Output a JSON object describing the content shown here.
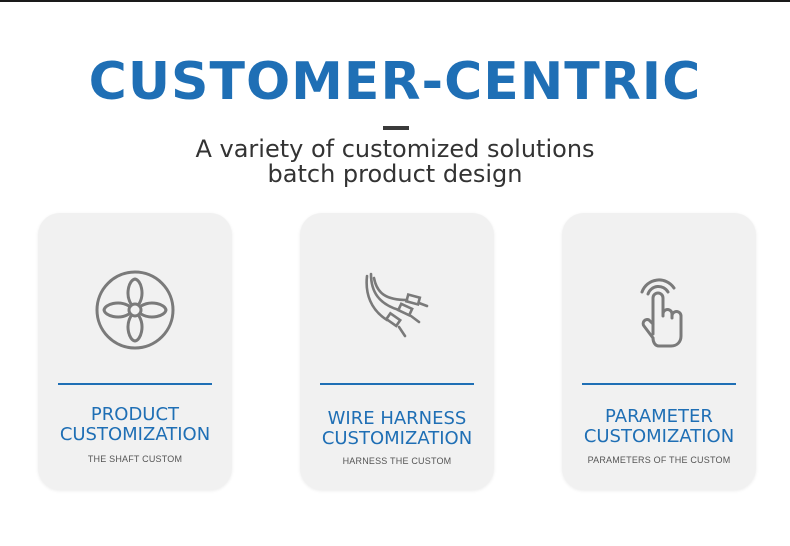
{
  "header": {
    "headline": "CUSTOMER-CENTRIC",
    "subtitle_line1": "A variety of customized solutions",
    "subtitle_line2": "batch product design"
  },
  "cards": [
    {
      "title": "PRODUCT\nCUSTOMIZATION",
      "subtitle": "THE SHAFT CUSTOM",
      "icon": "fan-icon"
    },
    {
      "title": "WIRE HARNESS\nCUSTOMIZATION",
      "subtitle": "HARNESS THE CUSTOM",
      "icon": "cable-icon"
    },
    {
      "title": "PARAMETER\nCUSTOMIZATION",
      "subtitle": "PARAMETERS OF THE CUSTOM",
      "icon": "touch-hand-icon"
    }
  ],
  "colors": {
    "accent": "#1f6fb5",
    "card_bg": "#f1f1f1",
    "icon_stroke": "#7a7a7a",
    "text_dark": "#333333"
  }
}
